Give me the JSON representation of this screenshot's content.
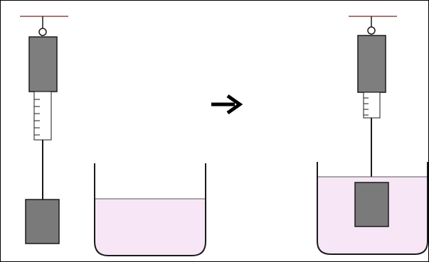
{
  "figure": {
    "description_free": true,
    "colors": {
      "outline": "#1a1a1a",
      "mass_fill": "#7a7a7a",
      "spring_body_fill": "#7e7e7e",
      "scale_tube_fill": "#ffffff",
      "water_fill": "#f7e6f5",
      "suspension_bar": "#8a4a4a",
      "arrow": "#000000"
    },
    "panels": [
      {
        "name": "before",
        "object": "hanging-above-beaker",
        "beaker": "partially-filled"
      },
      {
        "name": "after",
        "object": "submerged-in-beaker",
        "beaker": "water-level-raised"
      }
    ],
    "arrow_icon": "right-arrow-icon"
  }
}
